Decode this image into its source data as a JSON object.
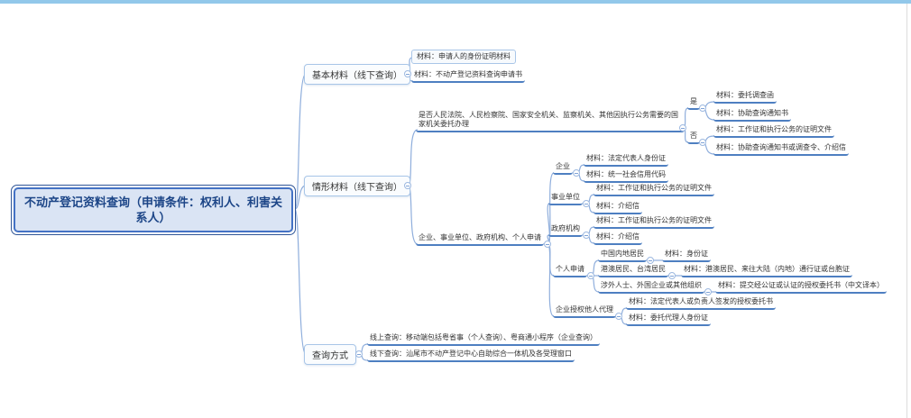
{
  "colors": {
    "accent_bar": "#92C8EA",
    "underline": "#4E7FC1",
    "root_fill": "#DAE4F4",
    "root_border": "#4472C4"
  },
  "root": {
    "label": "不动产登记资料查询（申请条件：权利人、利害关系人）"
  },
  "basic": {
    "label": "基本材料（线下查询）",
    "item1": "材料：申请人的身份证明材料",
    "item2": "材料：不动产登记资料查询申请书"
  },
  "situation": {
    "label": "情形材料（线下查询）",
    "gov_query": {
      "label": "是否人民法院、人民检察院、国家安全机关、监察机关、其他因执行公务需要的国家机关委托办理",
      "yes": {
        "label": "是",
        "item1": "材料：委托调查函",
        "item2": "材料：协助查询通知书"
      },
      "no": {
        "label": "否",
        "item1": "材料：工作证和执行公务的证明文件",
        "item2": "材料：协助查询通知书或调查令、介绍信"
      }
    },
    "applicants": {
      "label": "企业、事业单位、政府机构、个人申请",
      "enterprise": {
        "label": "企业",
        "item1": "材料：法定代表人身份证",
        "item2": "材料：统一社会信用代码"
      },
      "institution": {
        "label": "事业单位",
        "item1": "材料：工作证和执行公务的证明文件",
        "item2": "材料：介绍信"
      },
      "government": {
        "label": "政府机构",
        "item1": "材料：工作证和执行公务的证明文件",
        "item2": "材料：介绍信"
      },
      "personal": {
        "label": "个人申请",
        "mainland": {
          "label": "中国内地居民",
          "material": "材料：身份证"
        },
        "hmt": {
          "label": "港澳居民、台湾居民",
          "material": "材料：港澳居民、来往大陆（内地）通行证或台胞证"
        },
        "foreign": {
          "label": "涉外人士、外国企业或其他组织",
          "material": "材料：提交经公证或认证的授权委托书（中文译本）"
        }
      },
      "proxy": {
        "label": "企业授权他人代理",
        "item1": "材料：法定代表人或负责人签发的授权委托书",
        "item2": "材料：委托代理人身份证"
      }
    }
  },
  "method": {
    "label": "查询方式",
    "item1": "线上查询：移动端包括粤省事（个人查询）、粤商通小程序（企业查询）",
    "item2": "线下查询：汕尾市不动产登记中心自助综合一体机及各受理窗口"
  }
}
